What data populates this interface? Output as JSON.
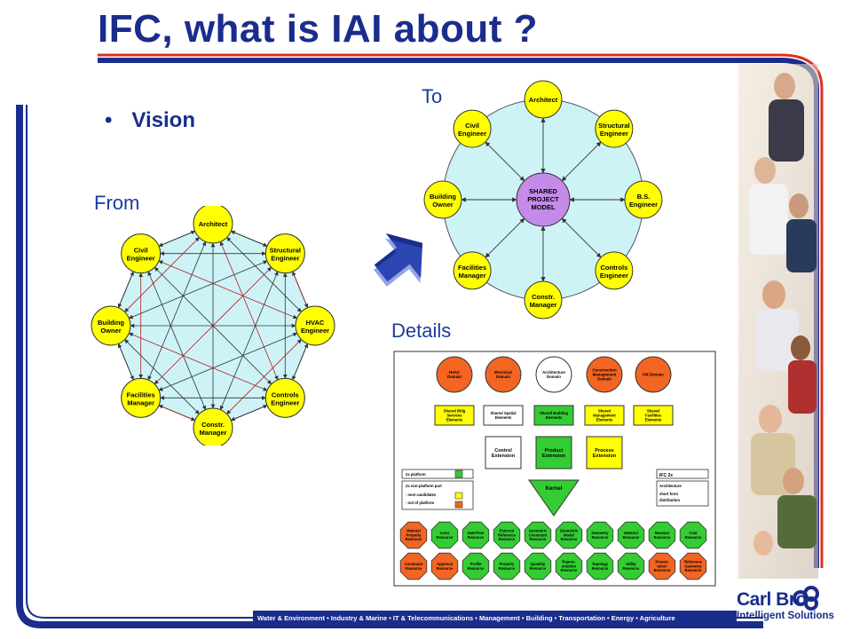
{
  "title": "IFC, what is IAI about ?",
  "bullet": "Vision",
  "from_label": "From",
  "to_label": "To",
  "details_label": "Details",
  "from_diagram": {
    "nodes": [
      {
        "l1": "Architect",
        "l2": ""
      },
      {
        "l1": "Structural",
        "l2": "Engineer"
      },
      {
        "l1": "HVAC",
        "l2": "Engineer"
      },
      {
        "l1": "Controls",
        "l2": "Engineer"
      },
      {
        "l1": "Constr.",
        "l2": "Manager"
      },
      {
        "l1": "Facilities",
        "l2": "Manager"
      },
      {
        "l1": "Building",
        "l2": "Owner"
      },
      {
        "l1": "Civil",
        "l2": "Engineer"
      }
    ]
  },
  "to_diagram": {
    "center": [
      "SHARED",
      "PROJECT",
      "MODEL"
    ],
    "nodes": [
      {
        "l1": "Architect",
        "l2": ""
      },
      {
        "l1": "Structural",
        "l2": "Engineer"
      },
      {
        "l1": "B.S.",
        "l2": "Engineer"
      },
      {
        "l1": "Controls",
        "l2": "Engineer"
      },
      {
        "l1": "Constr.",
        "l2": "Manager"
      },
      {
        "l1": "Facilities",
        "l2": "Manager"
      },
      {
        "l1": "Building",
        "l2": "Owner"
      },
      {
        "l1": "Civil",
        "l2": "Engineer"
      }
    ]
  },
  "details": {
    "domains": [
      {
        "l1": "HVAC",
        "l2": "Domain",
        "color": "#f26522"
      },
      {
        "l1": "Electrical",
        "l2": "Domain",
        "color": "#f26522"
      },
      {
        "l1": "Architecture",
        "l2": "Domain",
        "color": "#ffffff"
      },
      {
        "l1": "Construction",
        "l2": "Management",
        "l3": "Domain",
        "color": "#f26522"
      },
      {
        "l1": "FM Domain",
        "l2": "",
        "color": "#f26522"
      }
    ],
    "shared": [
      {
        "l1": "Shared Bldg",
        "l2": "Services",
        "l3": "Elements",
        "color": "#ffff00"
      },
      {
        "l1": "Shared Spatial",
        "l2": "Elements",
        "l3": "",
        "color": "#ffffff"
      },
      {
        "l1": "Shared Building",
        "l2": "Elements",
        "l3": "",
        "color": "#33cc33"
      },
      {
        "l1": "Shared",
        "l2": "Management",
        "l3": "Elements",
        "color": "#ffff00"
      },
      {
        "l1": "Shared",
        "l2": "Facilities",
        "l3": "Elements",
        "color": "#ffff00"
      }
    ],
    "extensions": [
      {
        "l1": "Control",
        "l2": "Extension",
        "color": "#ffffff"
      },
      {
        "l1": "Product",
        "l2": "Extension",
        "color": "#33cc33"
      },
      {
        "l1": "Process",
        "l2": "Extension",
        "color": "#ffff00"
      }
    ],
    "kernel": "Kernel",
    "legend_left": {
      "line1": "2x platform",
      "line2": "2x non-platform part",
      "line3": "- next candidates",
      "line4": "- out of platform"
    },
    "legend_right": {
      "heading": "IFC 2x",
      "line1": "Architecture",
      "line2": "short form",
      "line3": "distribution"
    },
    "resources_row1": [
      {
        "l1": "Material",
        "l2": "Property",
        "l3": "Resource",
        "color": "#f26522"
      },
      {
        "l1": "Actor",
        "l2": "Resource",
        "l3": "",
        "color": "#33cc33"
      },
      {
        "l1": "DateTime",
        "l2": "Resource",
        "l3": "",
        "color": "#33cc33"
      },
      {
        "l1": "External",
        "l2": "Reference",
        "l3": "Resource",
        "color": "#33cc33"
      },
      {
        "l1": "Geometric",
        "l2": "Constraint",
        "l3": "Resource",
        "color": "#33cc33"
      },
      {
        "l1": "Geometric",
        "l2": "Model",
        "l3": "Resource",
        "color": "#33cc33"
      },
      {
        "l1": "Geometry",
        "l2": "Resource",
        "l3": "",
        "color": "#33cc33"
      },
      {
        "l1": "Material",
        "l2": "Resource",
        "l3": "",
        "color": "#33cc33"
      },
      {
        "l1": "Measure",
        "l2": "Resource",
        "l3": "",
        "color": "#33cc33"
      },
      {
        "l1": "Cost",
        "l2": "Resource",
        "l3": "",
        "color": "#33cc33"
      }
    ],
    "resources_row2": [
      {
        "l1": "Constraint",
        "l2": "Resource",
        "l3": "",
        "color": "#f26522"
      },
      {
        "l1": "Approval",
        "l2": "Resource",
        "l3": "",
        "color": "#f26522"
      },
      {
        "l1": "Profile",
        "l2": "Resource",
        "l3": "",
        "color": "#33cc33"
      },
      {
        "l1": "Property",
        "l2": "Resource",
        "l3": "",
        "color": "#33cc33"
      },
      {
        "l1": "Quantity",
        "l2": "Resource",
        "l3": "",
        "color": "#33cc33"
      },
      {
        "l1": "Repres-",
        "l2": "entation",
        "l3": "Resource",
        "color": "#33cc33"
      },
      {
        "l1": "Topology",
        "l2": "Resource",
        "l3": "",
        "color": "#33cc33"
      },
      {
        "l1": "Utility",
        "l2": "Resource",
        "l3": "",
        "color": "#33cc33"
      },
      {
        "l1": "Presen-",
        "l2": "tation",
        "l3": "Resource",
        "color": "#f26522"
      },
      {
        "l1": "Reference",
        "l2": "Geometry",
        "l3": "Resource",
        "color": "#f26522"
      }
    ]
  },
  "footer_text": "Water & Environment • Industry & Marine • IT & Telecommunications • Management • Building • Transportation • Energy • Agriculture",
  "logo_line1": "Carl Bro",
  "logo_line2": "Intelligent Solutions",
  "colors": {
    "title": "#1a2d8c",
    "frame": "#1a2d8c",
    "frame_red": "#e03020",
    "node_fill": "#ffff00",
    "ring_fill": "#cdf3f7",
    "center_fill": "#c58be8"
  }
}
